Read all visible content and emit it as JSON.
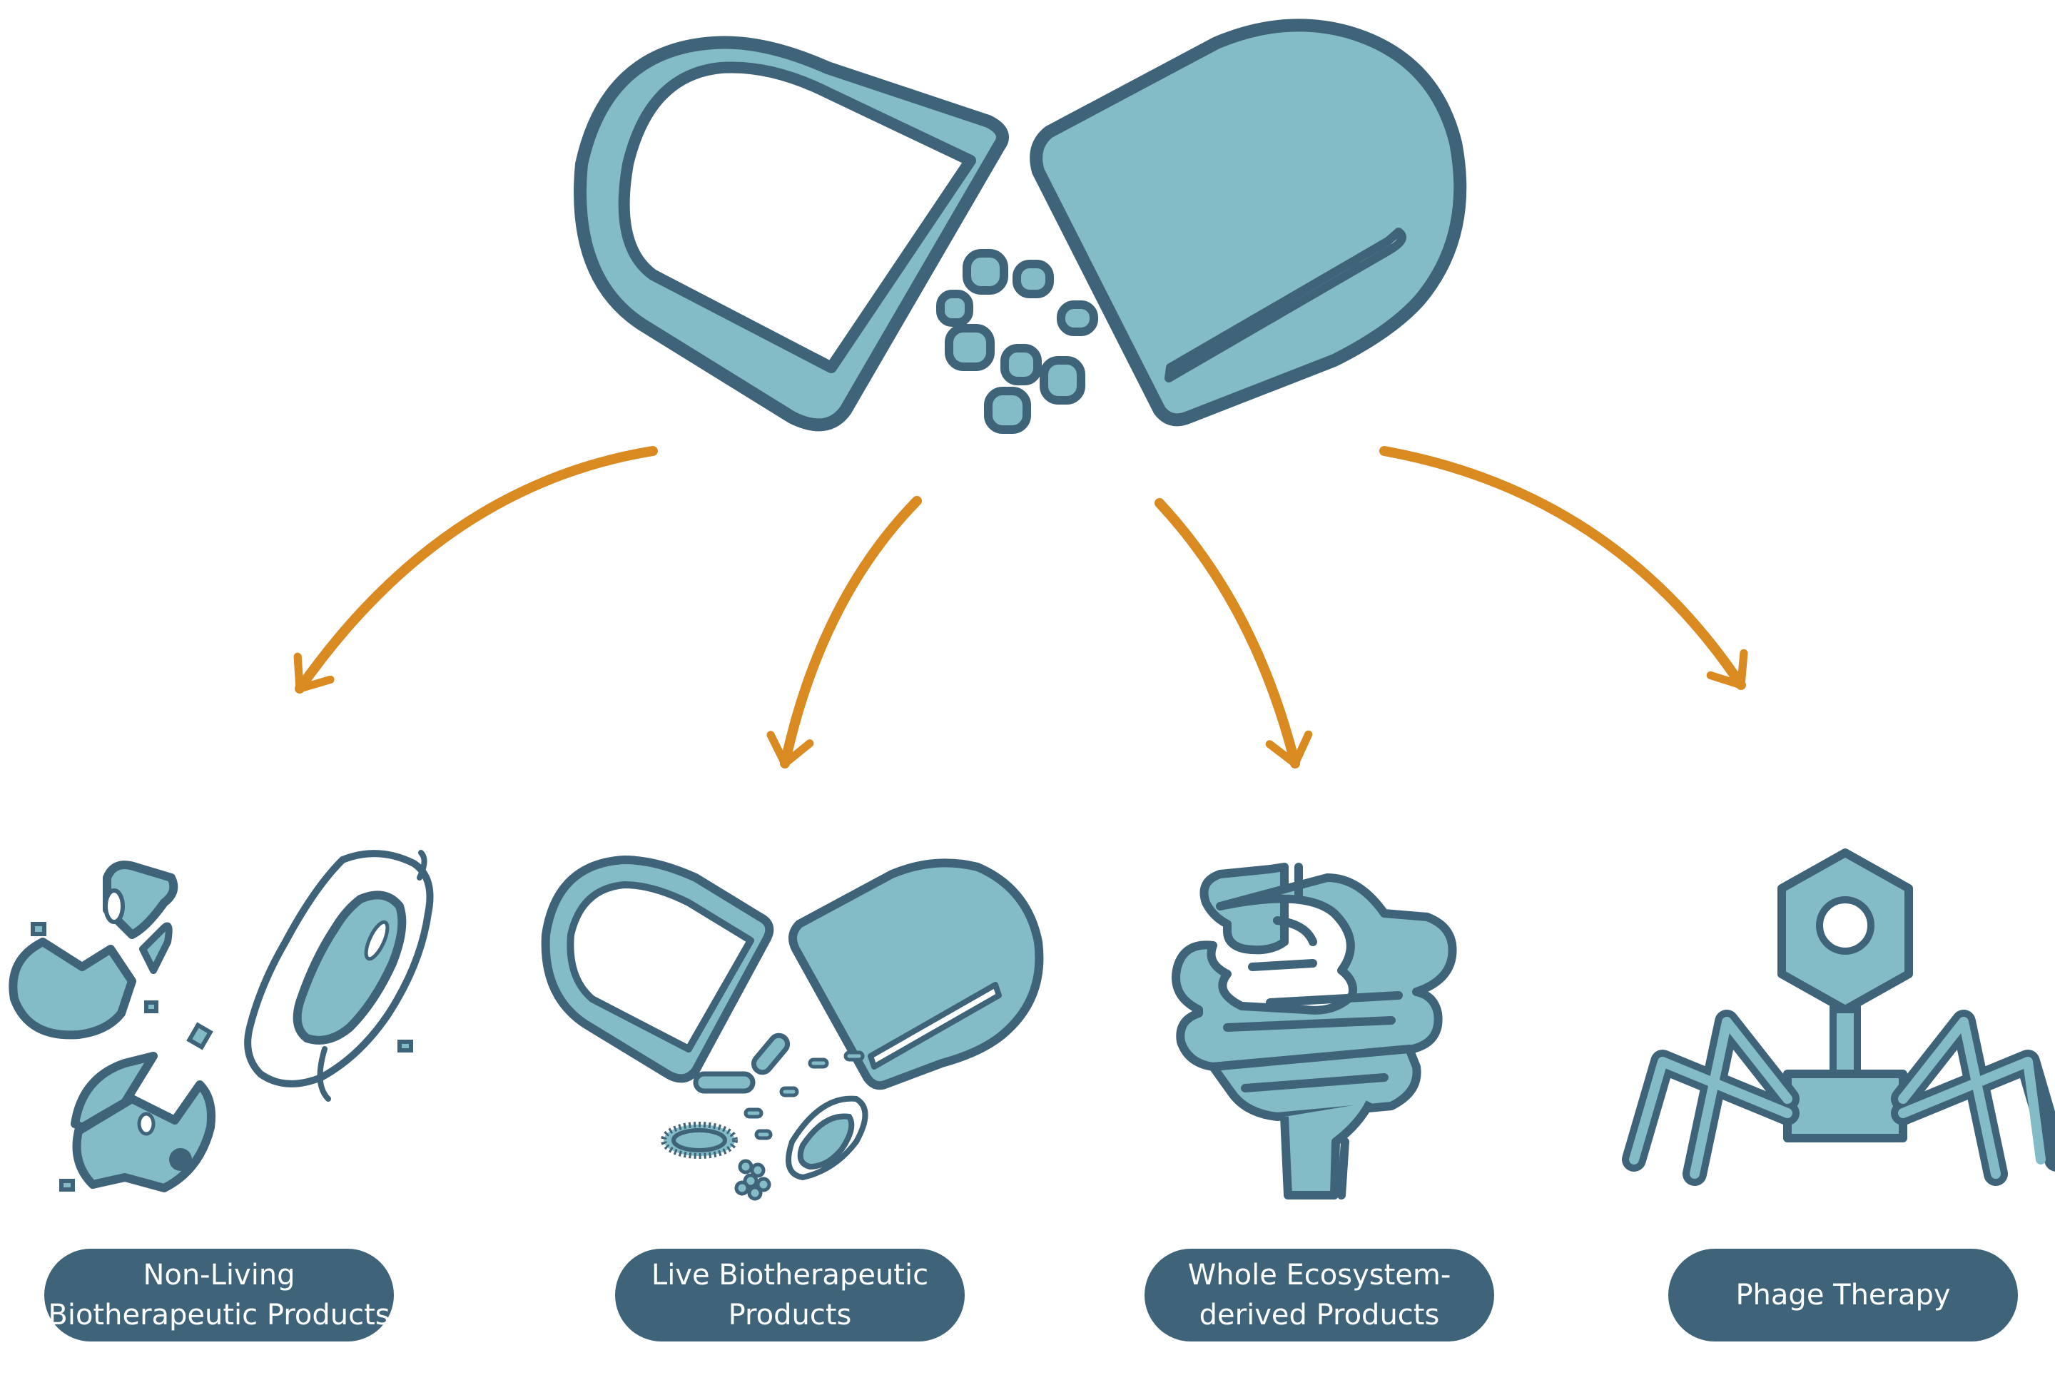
{
  "colors": {
    "dark": "#3f6379",
    "teal": "#83bcc7",
    "arrow": "#d98a21",
    "white": "#ffffff"
  },
  "icons": {
    "main": "open-capsule-icon",
    "nonliving": "broken-bacteria-icon",
    "live": "capsule-with-bacteria-icon",
    "ecosystem": "intestine-icon",
    "phage": "bacteriophage-icon"
  },
  "labels": {
    "nonliving": {
      "line1": "Non-Living",
      "line2": "Biotherapeutic Products"
    },
    "live": {
      "line1": "Live Biotherapeutic",
      "line2": "Products"
    },
    "ecosystem": {
      "line1": "Whole Ecosystem-",
      "line2": "derived Products"
    },
    "phage": {
      "line1": "Phage Therapy"
    }
  }
}
